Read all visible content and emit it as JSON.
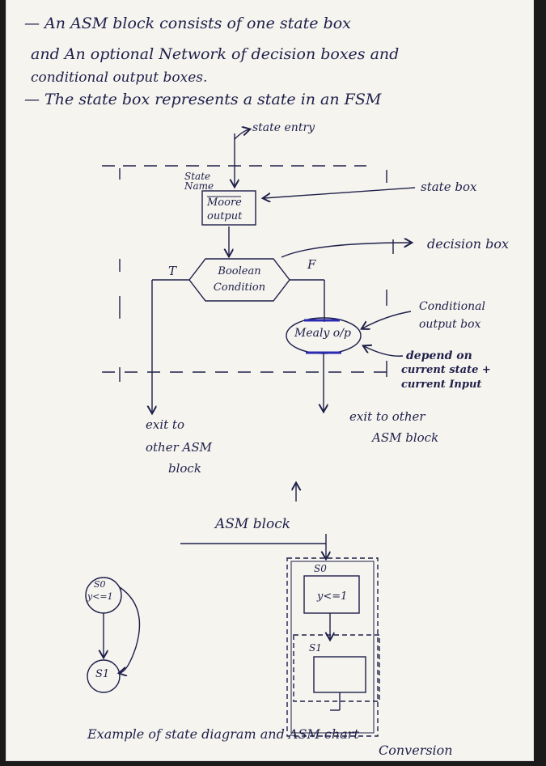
{
  "notes": {
    "line1": "— An ASM block consists of one state box",
    "line2": "and An optional Network of decision boxes and",
    "line3": "conditional output boxes.",
    "line4": "— The state box represents a state in an FSM"
  },
  "asm_block_diagram": {
    "state_entry": "state entry",
    "state_name": "State Name",
    "state_box_label": "state box",
    "moore_output": "Moore output",
    "decision_box_label": "decision box",
    "boolean_condition": "Boolean Condition",
    "true_label": "T",
    "false_label": "F",
    "mealy_output": "Mealy o/p",
    "conditional_output_box": "Conditional output box",
    "depend_note_1": "depend on",
    "depend_note_2": "current state +",
    "depend_note_3": "current Input",
    "exit_true_1": "exit to",
    "exit_true_2": "other ASM",
    "exit_true_3": "block",
    "exit_false_1": "exit to other",
    "exit_false_2": "ASM block",
    "block_caption": "ASM block"
  },
  "example": {
    "state_s0": "S0",
    "condition": "y<=1",
    "state_s1": "S1",
    "asm_s0": "S0",
    "asm_condition": "y<=1",
    "asm_s1": "S1",
    "caption_1": "Example of state diagram and ASM chart",
    "caption_2": "Conversion"
  },
  "colors": {
    "ink": "#1f1f4a",
    "paper": "#f5f4ef",
    "highlight": "#2a2ab0"
  }
}
